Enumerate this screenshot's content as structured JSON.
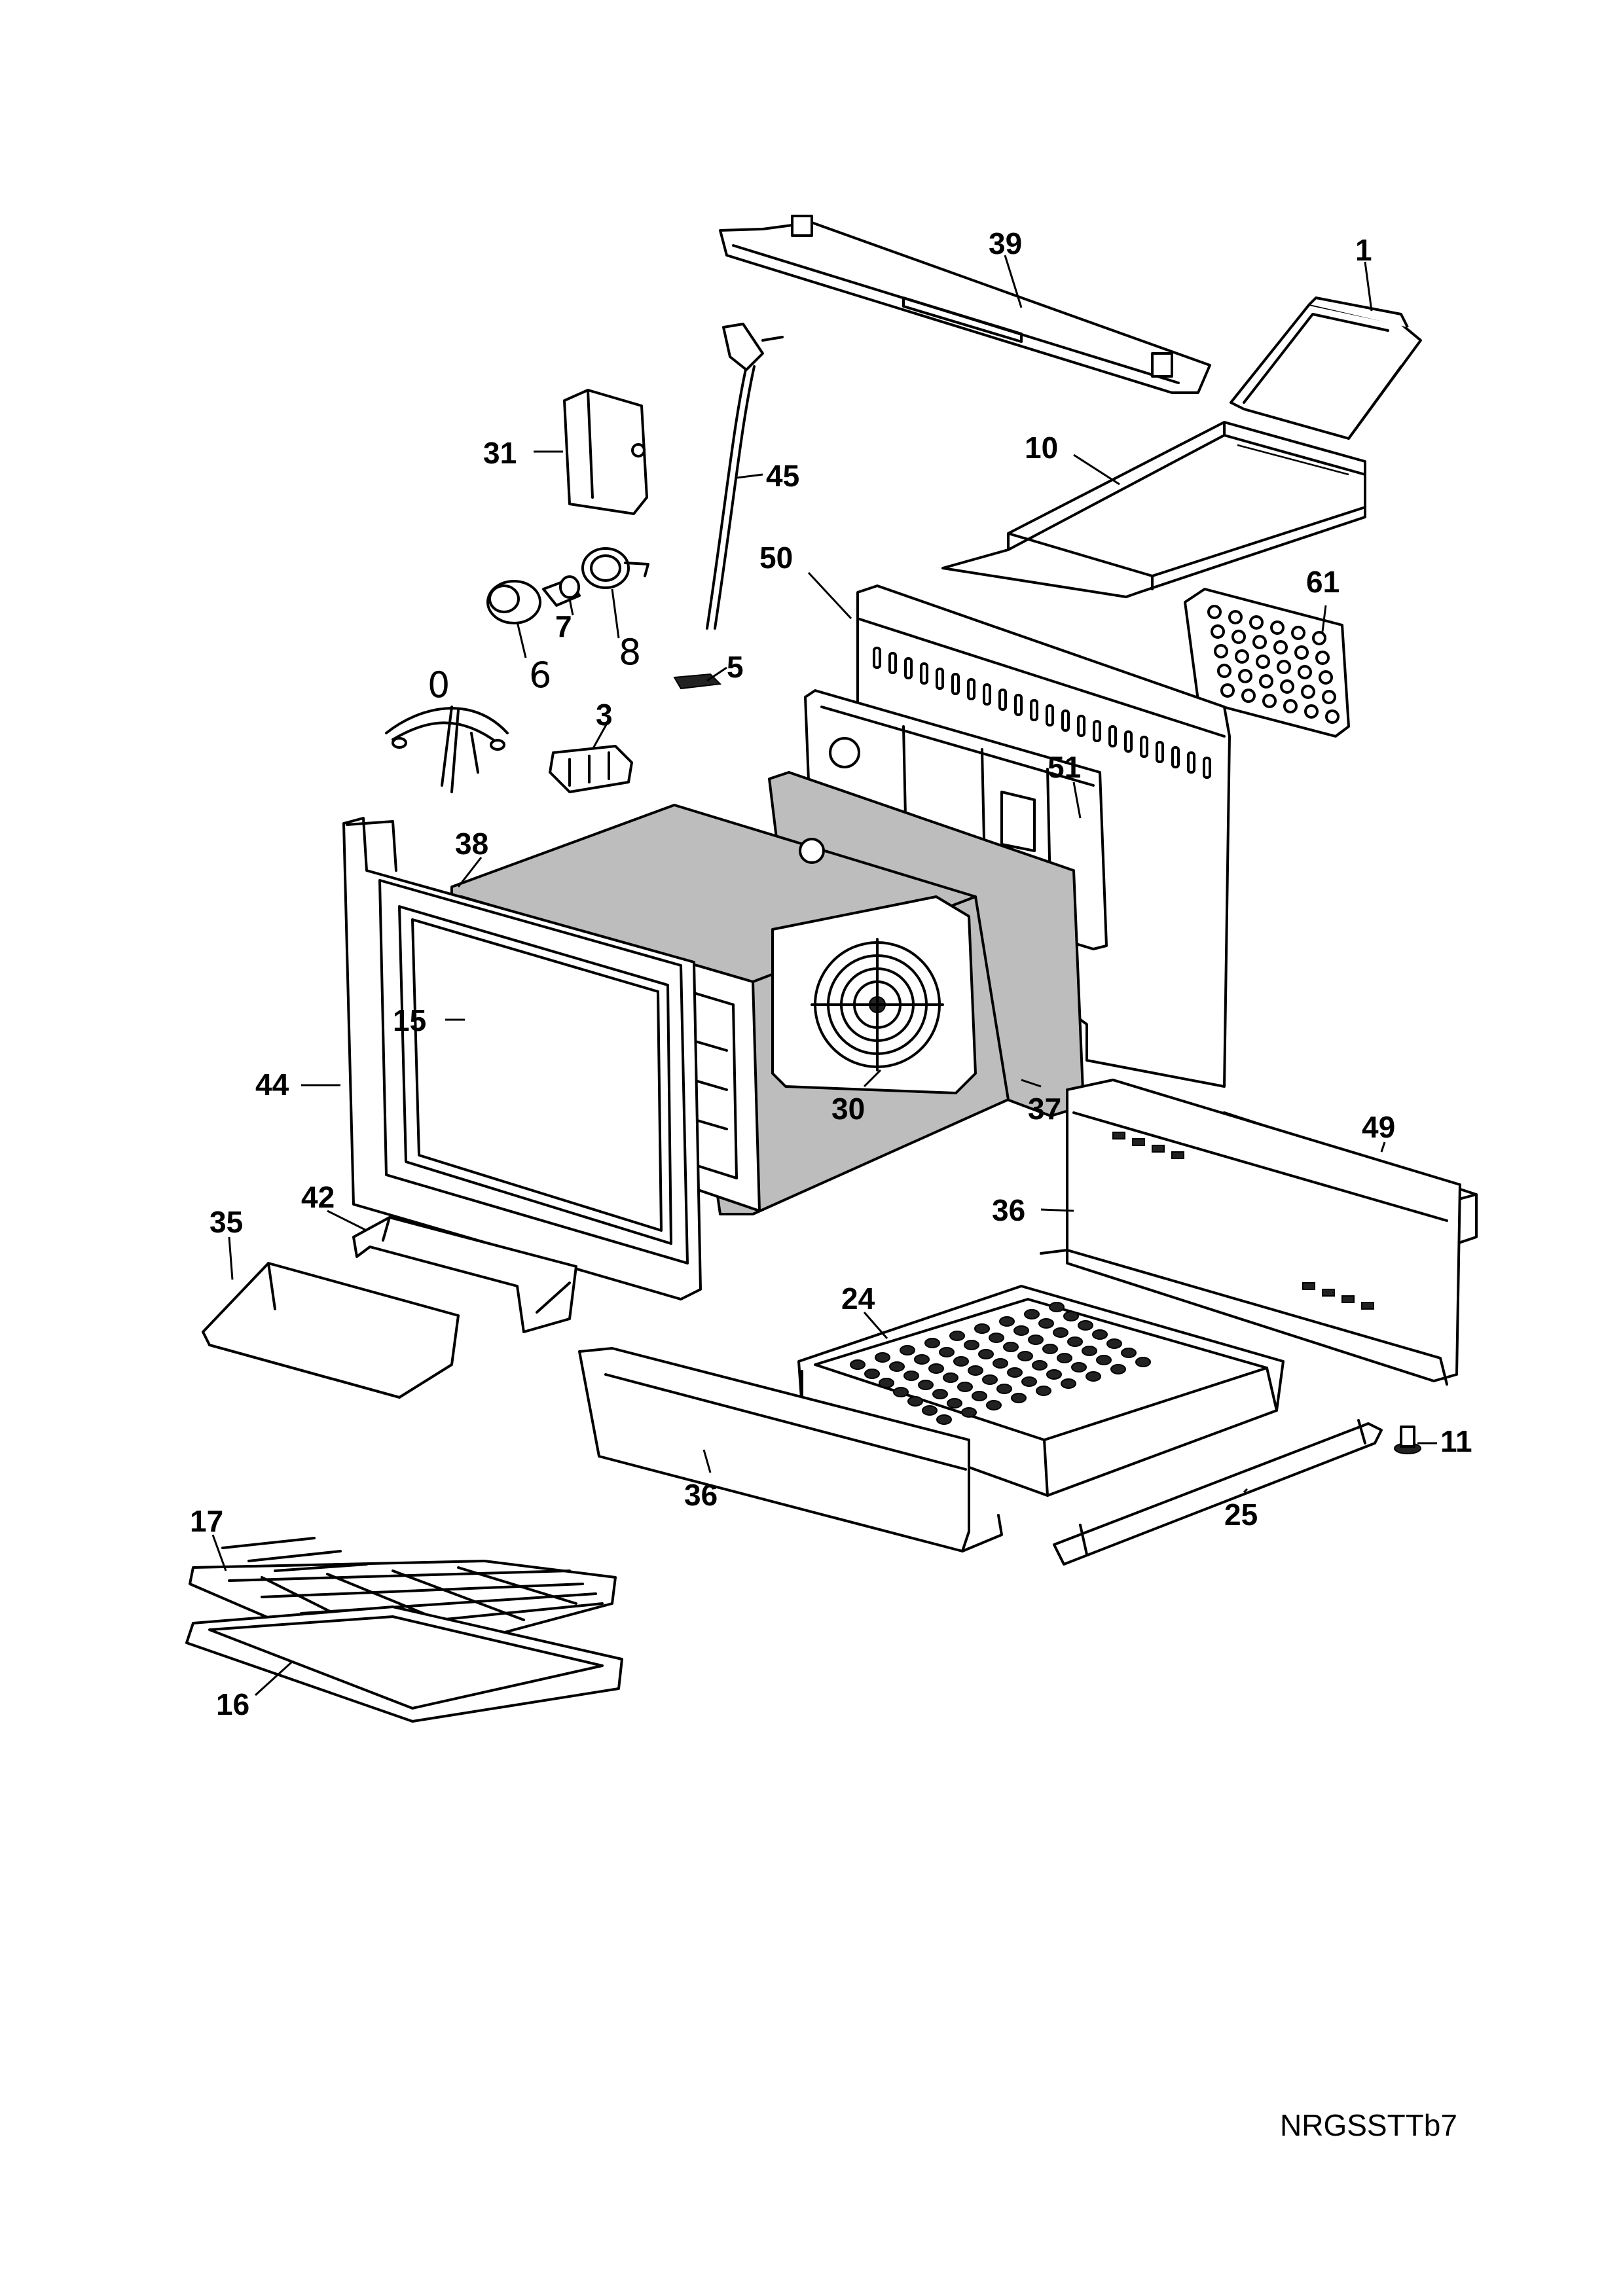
{
  "drawing_code": "NRGSSTTb7",
  "parts": [
    {
      "id": "p39",
      "label": "39"
    },
    {
      "id": "p1",
      "label": "1"
    },
    {
      "id": "p31",
      "label": "31"
    },
    {
      "id": "p45",
      "label": "45"
    },
    {
      "id": "p10",
      "label": "10"
    },
    {
      "id": "p50",
      "label": "50"
    },
    {
      "id": "p61",
      "label": "61"
    },
    {
      "id": "p7",
      "label": "7"
    },
    {
      "id": "p6",
      "label": "6"
    },
    {
      "id": "p8",
      "label": "8"
    },
    {
      "id": "p5",
      "label": "5"
    },
    {
      "id": "p0",
      "label": "0"
    },
    {
      "id": "p3",
      "label": "3"
    },
    {
      "id": "p51",
      "label": "51"
    },
    {
      "id": "p38",
      "label": "38"
    },
    {
      "id": "p15",
      "label": "15"
    },
    {
      "id": "p44",
      "label": "44"
    },
    {
      "id": "p30",
      "label": "30"
    },
    {
      "id": "p37",
      "label": "37"
    },
    {
      "id": "p49",
      "label": "49"
    },
    {
      "id": "p36a",
      "label": "36"
    },
    {
      "id": "p35",
      "label": "35"
    },
    {
      "id": "p42",
      "label": "42"
    },
    {
      "id": "p24",
      "label": "24"
    },
    {
      "id": "p11",
      "label": "11"
    },
    {
      "id": "p36b",
      "label": "36"
    },
    {
      "id": "p25",
      "label": "25"
    },
    {
      "id": "p17",
      "label": "17"
    },
    {
      "id": "p16",
      "label": "16"
    }
  ]
}
